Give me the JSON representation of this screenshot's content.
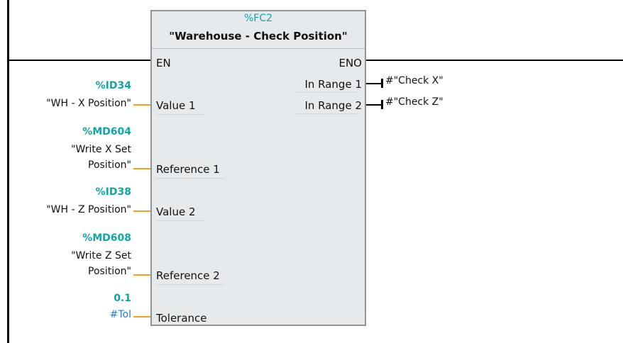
{
  "block": {
    "address": "%FC2",
    "name": "\"Warehouse - Check Position\""
  },
  "pins": {
    "en": "EN",
    "eno": "ENO",
    "inputs": [
      {
        "label": "Value 1",
        "address": "%ID34",
        "tag": "\"WH - X Position\""
      },
      {
        "label": "Reference 1",
        "address": "%MD604",
        "tag_line1": "\"Write X Set",
        "tag_line2": "Position\""
      },
      {
        "label": "Value 2",
        "address": "%ID38",
        "tag": "\"WH - Z Position\""
      },
      {
        "label": "Reference 2",
        "address": "%MD608",
        "tag_line1": "\"Write Z Set",
        "tag_line2": "Position\""
      },
      {
        "label": "Tolerance",
        "address": "0.1",
        "tag": "#Tol"
      }
    ],
    "outputs": [
      {
        "label": "In Range 1",
        "target": "#\"Check X\""
      },
      {
        "label": "In Range 2",
        "target": "#\"Check Z\""
      }
    ]
  },
  "colors": {
    "address": "#10a6a6",
    "wire": "#f0a21a",
    "block_fill": "#e7eaed",
    "block_border": "#8f959b"
  }
}
